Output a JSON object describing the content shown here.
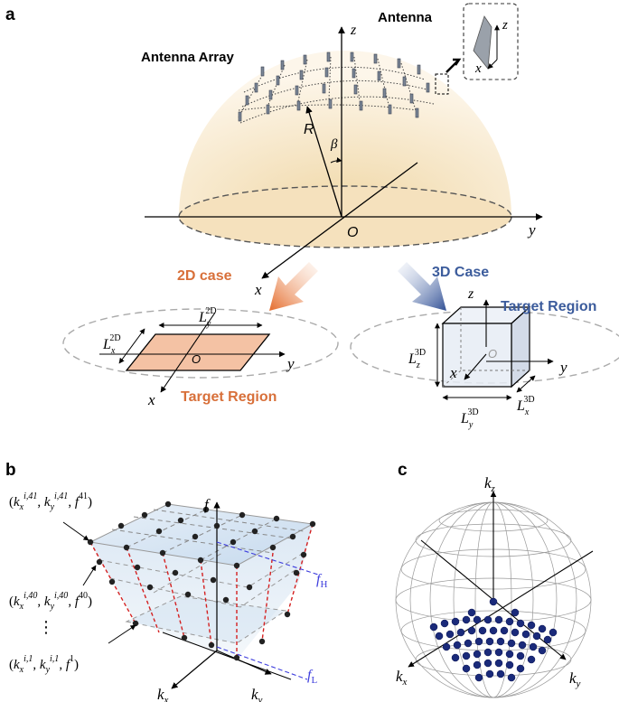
{
  "panel_a": {
    "panel_label": "a",
    "antenna_array_label": "Antenna Array",
    "antenna_label": "Antenna",
    "axis_z": "z",
    "axis_y": "y",
    "axis_x": "x",
    "origin": "O",
    "radius": "R",
    "angle": "β",
    "inset_z": "z",
    "inset_x": "x",
    "case_2d_label": "2D case",
    "case_3d_label": "3D Case",
    "target_region_2d": "Target Region",
    "target_region_3d": "Target Region",
    "l2_y_sym": "L",
    "l2_y_sub": "y",
    "l2_y_sup": "2D",
    "l2_x_sym": "L",
    "l2_x_sub": "x",
    "l2_x_sup": "2D",
    "sub_origin": "O",
    "sub_x": "x",
    "sub_y": "y",
    "l3_z_sym": "L",
    "l3_z_sub": "z",
    "l3_z_sup": "3D",
    "l3_y_sym": "L",
    "l3_y_sub": "y",
    "l3_y_sup": "3D",
    "l3_x_sym": "L",
    "l3_x_sub": "x",
    "l3_x_sup": "3D",
    "sub3_z": "z",
    "sub3_x": "x",
    "sub3_y": "y",
    "sub3_origin": "O",
    "colors": {
      "orange": "#d8703a",
      "blue": "#3c5c9c",
      "dome": "#f6e6c6"
    }
  },
  "panel_b": {
    "panel_label": "b",
    "axis_f": "f",
    "axis_kx": "k",
    "axis_kx_sub": "x",
    "axis_ky": "k",
    "axis_ky_sub": "y",
    "freq_high": "f",
    "freq_high_sub": "H",
    "freq_low": "f",
    "freq_low_sub": "L",
    "ellipsis": "⋮",
    "label_41": {
      "open": "(",
      "k1": "k",
      "k1_sub": "x",
      "k1_sup": "i,41",
      "comma1": ", ",
      "k2": "k",
      "k2_sub": "y",
      "k2_sup": "i,41",
      "comma2": ", ",
      "f": "f",
      "f_sup": "41",
      "close": ")"
    },
    "label_40": {
      "open": "(",
      "k1": "k",
      "k1_sub": "x",
      "k1_sup": "i,40",
      "comma1": ", ",
      "k2": "k",
      "k2_sub": "y",
      "k2_sup": "i,40",
      "comma2": ", ",
      "f": "f",
      "f_sup": "40",
      "close": ")"
    },
    "label_1": {
      "open": "(",
      "k1": "k",
      "k1_sub": "x",
      "k1_sup": "i,1",
      "comma1": ", ",
      "k2": "k",
      "k2_sub": "y",
      "k2_sup": "i,1",
      "comma2": ", ",
      "f": "f",
      "f_sup": "1",
      "close": ")"
    }
  },
  "panel_c": {
    "panel_label": "c",
    "axis_kz": "k",
    "axis_kz_sub": "z",
    "axis_kx": "k",
    "axis_kx_sub": "x",
    "axis_ky": "k",
    "axis_ky_sub": "y"
  }
}
